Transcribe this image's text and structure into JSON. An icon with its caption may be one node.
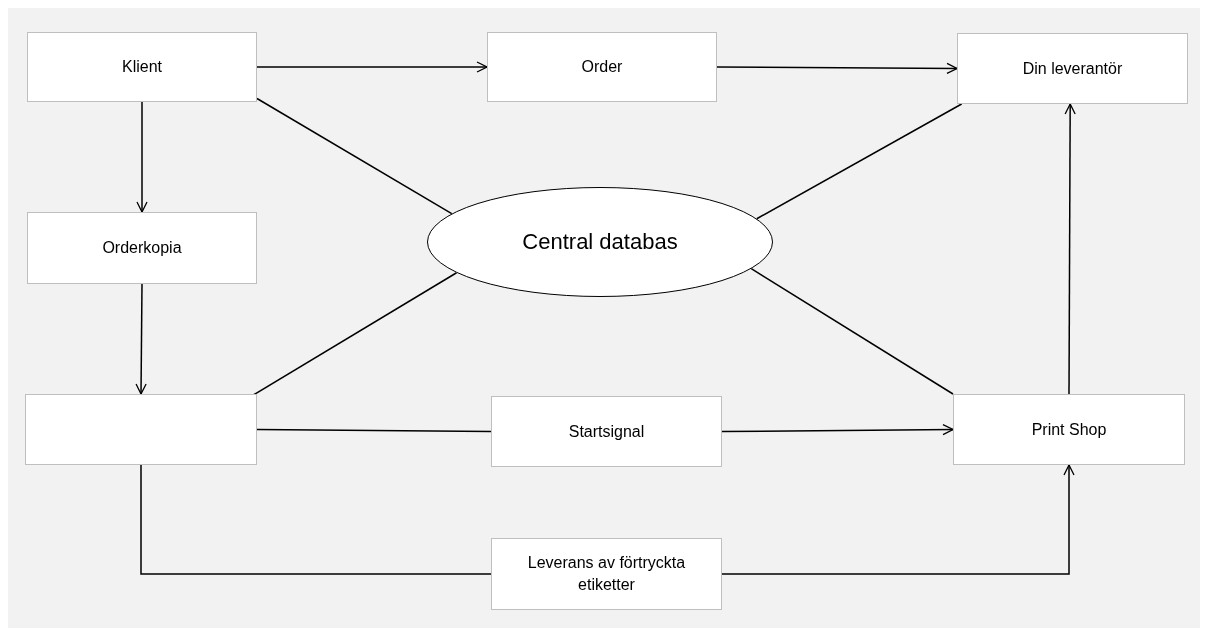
{
  "diagram": {
    "nodes": [
      {
        "text": [
          "Klient"
        ]
      },
      {
        "text": [
          "Order"
        ]
      },
      {
        "text": [
          "Din leverantör"
        ]
      },
      {
        "text": [
          "Orderkopia"
        ]
      },
      {
        "text": [
          "Central databas"
        ]
      },
      {
        "text": [],
        "shape": "box"
      },
      {
        "text": [
          "Startsignal"
        ]
      },
      {
        "text": [
          "Print Shop"
        ]
      },
      {
        "text": [
          "Leverans av förtryckta etiketter"
        ]
      }
    ],
    "edges": [
      {
        "from": 0,
        "to": 1,
        "arrow": "to"
      },
      {
        "from": 1,
        "to": 2,
        "arrow": "to"
      },
      {
        "from": 0,
        "to": 3,
        "arrow": "to"
      },
      {
        "from": 3,
        "to": 5,
        "arrow": "to"
      },
      {
        "from": 0,
        "to": 4,
        "arrow": "none"
      },
      {
        "from": 4,
        "to": 2,
        "arrow": "none"
      },
      {
        "from": 5,
        "to": 4,
        "arrow": "none"
      },
      {
        "from": 4,
        "to": 7,
        "arrow": "none"
      },
      {
        "from": 5,
        "to": 6,
        "arrow": "none"
      },
      {
        "from": 6,
        "to": 7,
        "arrow": "to"
      },
      {
        "from": 7,
        "to": 2,
        "arrow": "to"
      },
      {
        "from": 5,
        "to": 8,
        "arrow": "none"
      },
      {
        "from": 8,
        "to": 7,
        "arrow": "to"
      }
    ]
  }
}
